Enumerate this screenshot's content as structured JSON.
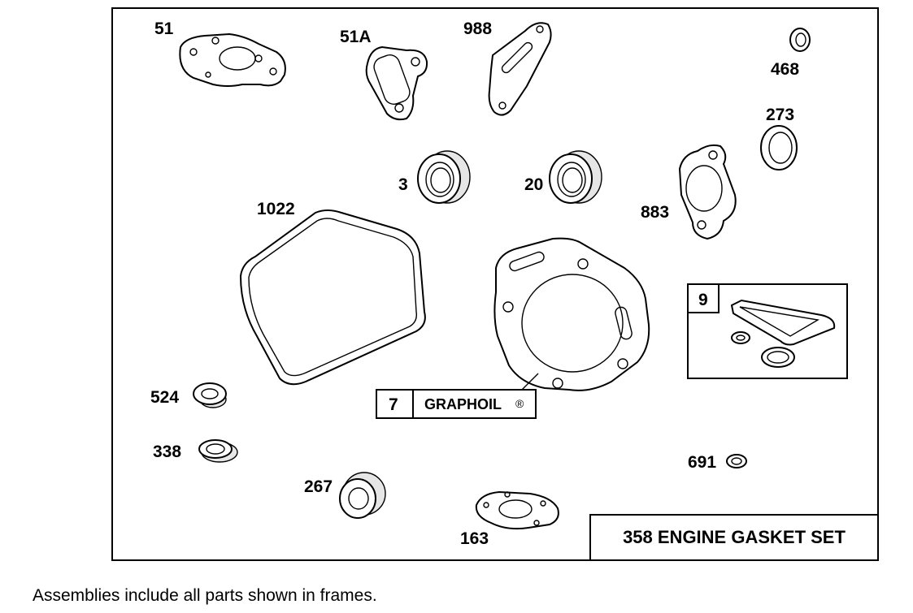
{
  "parts": {
    "p51": "51",
    "p51a": "51A",
    "p988": "988",
    "p468": "468",
    "p273": "273",
    "p3": "3",
    "p20": "20",
    "p883": "883",
    "p1022": "1022",
    "p9": "9",
    "p7": "7",
    "graphoil": "GRAPHOIL",
    "registered": "®",
    "p524": "524",
    "p338": "338",
    "p691": "691",
    "p267": "267",
    "p163": "163"
  },
  "title_box": {
    "text": "358 ENGINE GASKET SET"
  },
  "footnote": "Assemblies include all parts shown in frames."
}
